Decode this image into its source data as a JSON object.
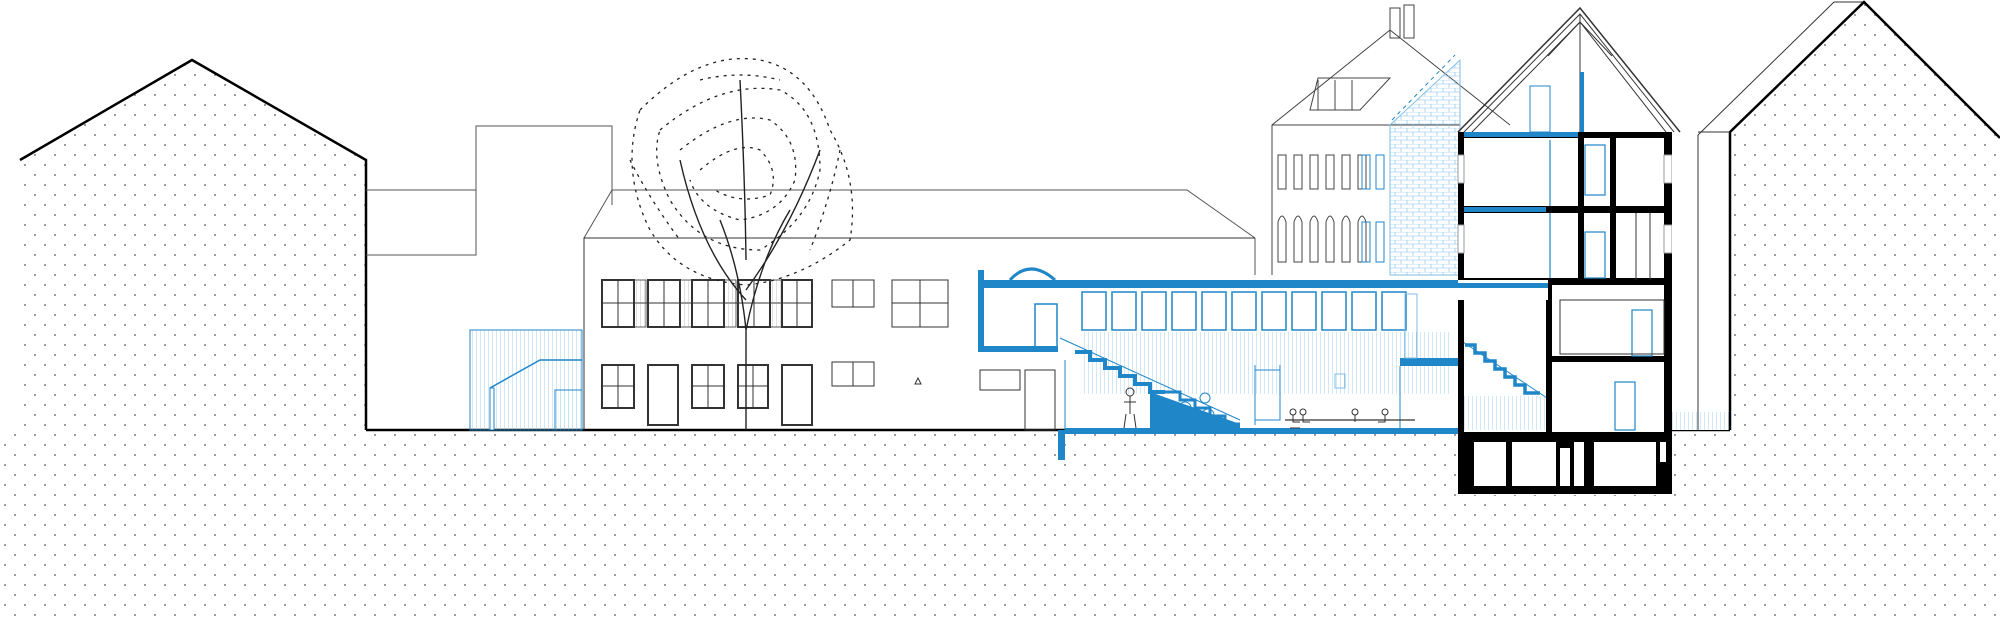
{
  "drawing": {
    "kind": "architectural-section-elevation",
    "colors": {
      "background": "#ffffff",
      "line": "#3a3a3a",
      "heavy": "#000000",
      "accent_blue": "#1f86c8",
      "light_blue": "#7fbde6",
      "ground_dots": "#555555"
    },
    "elements": [
      "left-neighbor-house",
      "ground-line",
      "back-building",
      "old-house",
      "tree",
      "new-extension",
      "tall-background-building",
      "tower-house",
      "right-neighbor-house",
      "basement"
    ]
  }
}
